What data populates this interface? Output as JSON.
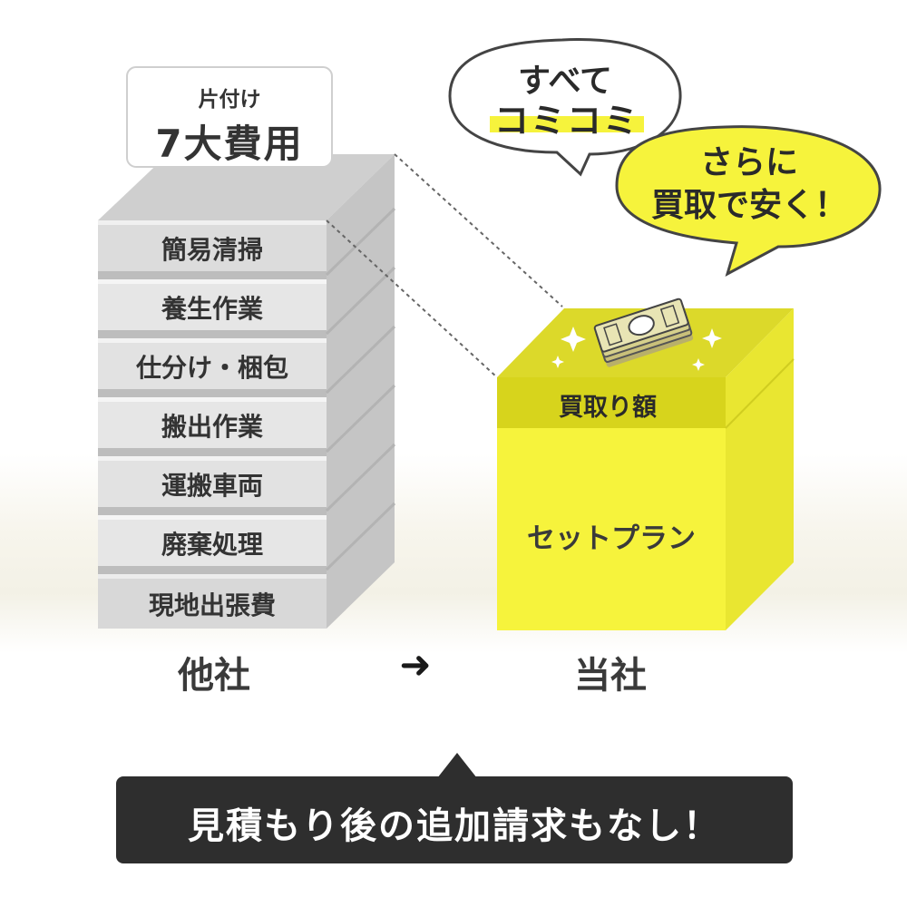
{
  "left_stack": {
    "header_small": "片付け",
    "header_large": "7大費用",
    "items": [
      "簡易清掃",
      "養生作業",
      "仕分け・梱包",
      "搬出作業",
      "運搬車両",
      "廃棄処理",
      "現地出張費"
    ],
    "caption": "他社"
  },
  "right_box": {
    "lid_label": "買取り額",
    "body_label": "セットプラン",
    "caption": "当社"
  },
  "bubble_white": {
    "line1": "すべて",
    "line2": "コミコミ"
  },
  "bubble_yellow": {
    "line1": "さらに",
    "line2": "買取で安く！"
  },
  "arrow_label": "➜",
  "bottom_banner": "見積もり後の追加請求もなし！",
  "colors": {
    "gray_face": "#d9d9d9",
    "gray_side": "#c7c7c7",
    "gray_top": "#bfbfbf",
    "yellow_face": "#f5f23a",
    "yellow_side": "#e6e22a",
    "yellow_lid": "#d8d51c",
    "dark_text": "#333333",
    "banner_bg": "#2e2e2e"
  }
}
